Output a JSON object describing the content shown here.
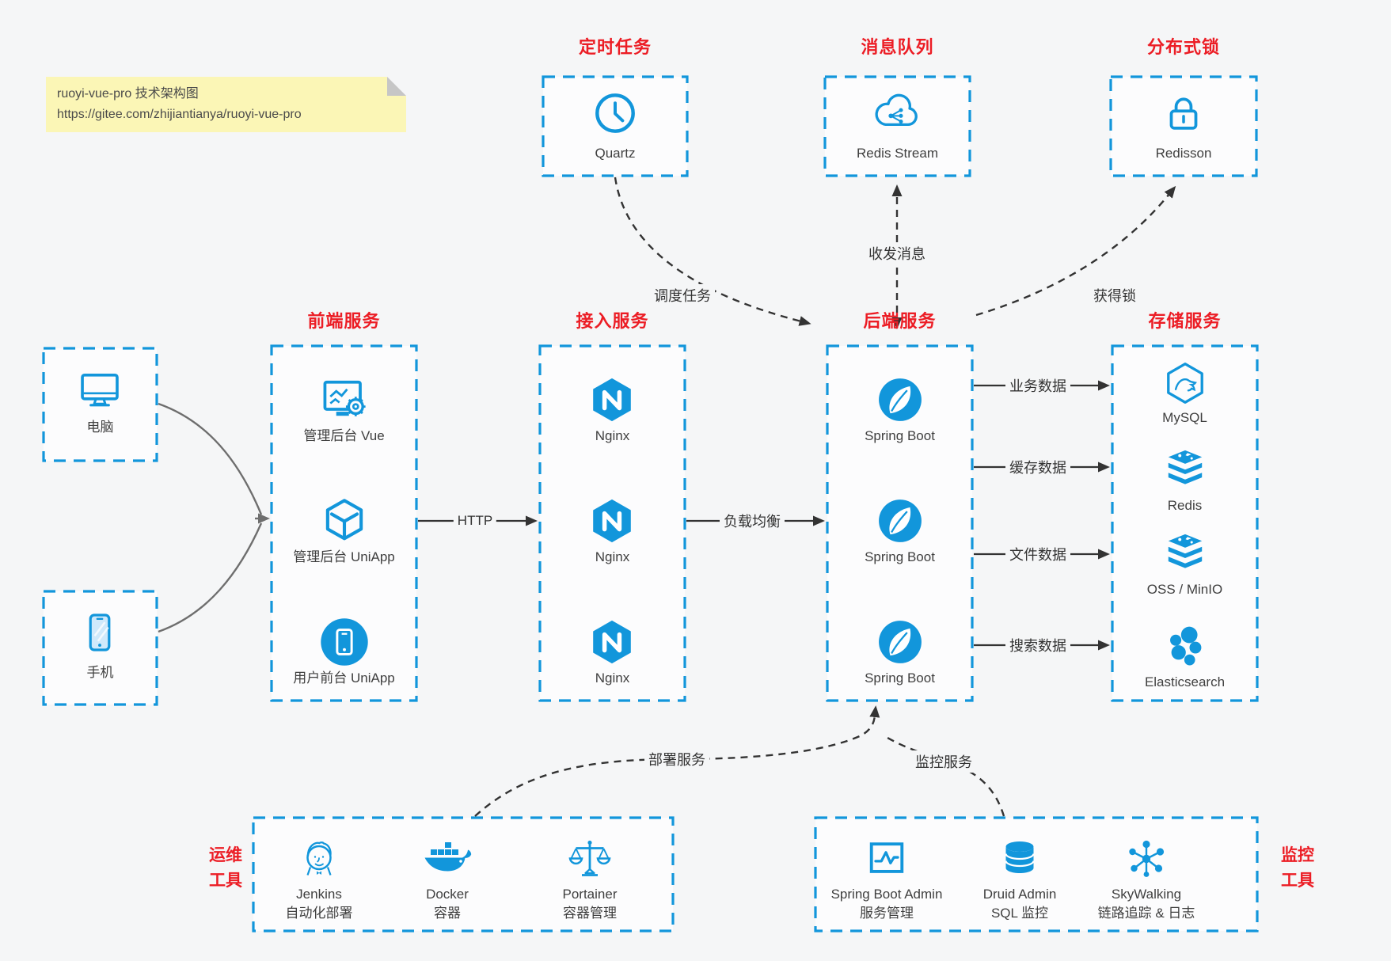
{
  "note": {
    "line1": "ruoyi-vue-pro 技术架构图",
    "line2": "https://gitee.com/zhijiantianya/ruoyi-vue-pro"
  },
  "colors": {
    "accent_blue": "#1296db",
    "title_red": "#ec1d25",
    "arrow_dark": "#333333",
    "arrow_gray": "#6e6e6e",
    "note_bg": "#fbf6b6"
  },
  "top_services": [
    {
      "title": "定时任务",
      "item": "Quartz",
      "icon": "clock-icon"
    },
    {
      "title": "消息队列",
      "item": "Redis Stream",
      "icon": "cloud-stream-icon"
    },
    {
      "title": "分布式锁",
      "item": "Redisson",
      "icon": "lock-icon"
    }
  ],
  "clients": [
    {
      "label": "电脑",
      "icon": "desktop-icon"
    },
    {
      "label": "手机",
      "icon": "smartphone-icon"
    }
  ],
  "frontend": {
    "title": "前端服务",
    "items": [
      {
        "label": "管理后台 Vue",
        "icon": "admin-vue-icon"
      },
      {
        "label": "管理后台 UniApp",
        "icon": "uniapp-cube-icon"
      },
      {
        "label": "用户前台 UniApp",
        "icon": "user-app-icon"
      }
    ]
  },
  "gateway": {
    "title": "接入服务",
    "items": [
      {
        "label": "Nginx"
      },
      {
        "label": "Nginx"
      },
      {
        "label": "Nginx"
      }
    ]
  },
  "backend": {
    "title": "后端服务",
    "items": [
      {
        "label": "Spring Boot"
      },
      {
        "label": "Spring Boot"
      },
      {
        "label": "Spring Boot"
      }
    ]
  },
  "storage": {
    "title": "存储服务",
    "items": [
      {
        "label": "MySQL",
        "icon": "mysql-icon"
      },
      {
        "label": "Redis",
        "icon": "redis-stack-icon"
      },
      {
        "label": "OSS / MinIO",
        "icon": "oss-stack-icon"
      },
      {
        "label": "Elasticsearch",
        "icon": "elasticsearch-icon"
      }
    ]
  },
  "edges": {
    "http": "HTTP",
    "load_balance": "负载均衡",
    "business_data": "业务数据",
    "cache_data": "缓存数据",
    "file_data": "文件数据",
    "search_data": "搜索数据",
    "schedule": "调度任务",
    "messaging": "收发消息",
    "acquire_lock": "获得锁",
    "deploy": "部署服务",
    "monitor": "监控服务"
  },
  "ops": {
    "label_line1": "运维",
    "label_line2": "工具",
    "items": [
      {
        "name": "Jenkins",
        "desc": "自动化部署",
        "icon": "jenkins-icon"
      },
      {
        "name": "Docker",
        "desc": "容器",
        "icon": "docker-icon"
      },
      {
        "name": "Portainer",
        "desc": "容器管理",
        "icon": "portainer-icon"
      }
    ]
  },
  "monitoring": {
    "label_line1": "监控",
    "label_line2": "工具",
    "items": [
      {
        "name": "Spring Boot Admin",
        "desc": "服务管理",
        "icon": "spring-boot-admin-icon"
      },
      {
        "name": "Druid Admin",
        "desc": "SQL 监控",
        "icon": "druid-db-icon"
      },
      {
        "name": "SkyWalking",
        "desc": "链路追踪 & 日志",
        "icon": "skywalking-icon"
      }
    ]
  }
}
